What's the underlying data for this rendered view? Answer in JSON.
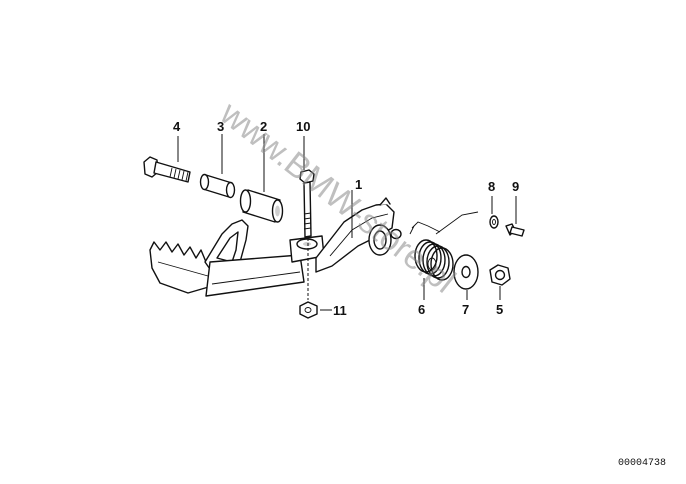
{
  "callouts": {
    "c1": "1",
    "c2": "2",
    "c3": "3",
    "c4": "4",
    "c5": "5",
    "c6": "6",
    "c7": "7",
    "c8": "8",
    "c9": "9",
    "c10": "10",
    "c11": "11"
  },
  "watermark": "www.BMW-store.pl",
  "reference_number": "00004738"
}
